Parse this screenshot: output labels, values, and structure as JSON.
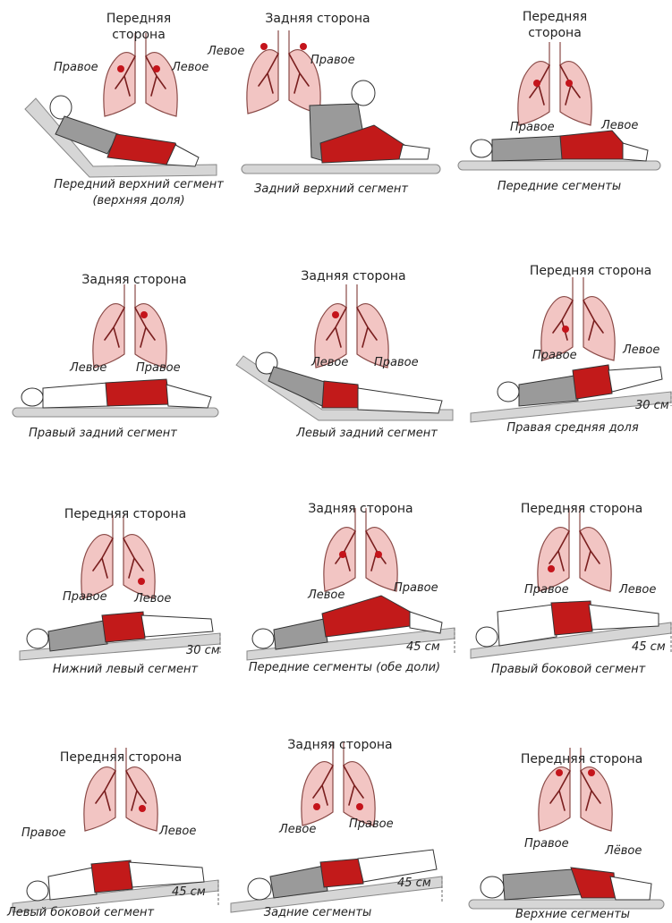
{
  "colors": {
    "lung": "#f2c5c3",
    "lung_outline": "#8a4a47",
    "bronchi": "#7a1f1f",
    "focus": "#c4141b",
    "pants": "#c21a1a",
    "shirt": "#9a9a9a",
    "skin": "#ffffff",
    "table": "#d6d6d6"
  },
  "icons": [
    "lungs-icon",
    "patient-figure-icon",
    "table-icon",
    "height-marker-icon"
  ],
  "panels": [
    {
      "side_label": "Передняя сторона",
      "left_label": "Правое",
      "right_label": "Левое",
      "caption": "Передний верхний сегмент (верхняя доля)",
      "height_label": ""
    },
    {
      "side_label": "Задняя сторона",
      "left_label": "Левое",
      "right_label": "Правое",
      "caption": "Задний верхний сегмент",
      "height_label": ""
    },
    {
      "side_label": "Передняя сторона",
      "left_label": "Правое",
      "right_label": "Левое",
      "caption": "Передние сегменты",
      "height_label": ""
    },
    {
      "side_label": "Задняя сторона",
      "left_label": "Левое",
      "right_label": "Правое",
      "caption": "Правый задний сегмент",
      "height_label": ""
    },
    {
      "side_label": "Задняя сторона",
      "left_label": "Левое",
      "right_label": "Правое",
      "caption": "Левый задний сегмент",
      "height_label": ""
    },
    {
      "side_label": "Передняя сторона",
      "left_label": "Правое",
      "right_label": "Левое",
      "caption": "Правая средняя доля",
      "height_label": "30 см"
    },
    {
      "side_label": "Передняя сторона",
      "left_label": "Правое",
      "right_label": "Левое",
      "caption": "Нижний левый сегмент",
      "height_label": "30 см"
    },
    {
      "side_label": "Задняя сторона",
      "left_label": "Левое",
      "right_label": "Правое",
      "caption": "Передние сегменты (обе доли)",
      "height_label": "45 см"
    },
    {
      "side_label": "Передняя сторона",
      "left_label": "Правое",
      "right_label": "Левое",
      "caption": "Правый боковой сегмент",
      "height_label": "45 см"
    },
    {
      "side_label": "Передняя сторона",
      "left_label": "Правое",
      "right_label": "Левое",
      "caption": "Левый боковой сегмент",
      "height_label": "45 см"
    },
    {
      "side_label": "Задняя сторона",
      "left_label": "Левое",
      "right_label": "Правое",
      "caption": "Задние сегменты",
      "height_label": "45 см"
    },
    {
      "side_label": "Передняя сторона",
      "left_label": "Правое",
      "right_label": "Лёвое",
      "caption": "Верхние сегменты",
      "height_label": ""
    }
  ]
}
